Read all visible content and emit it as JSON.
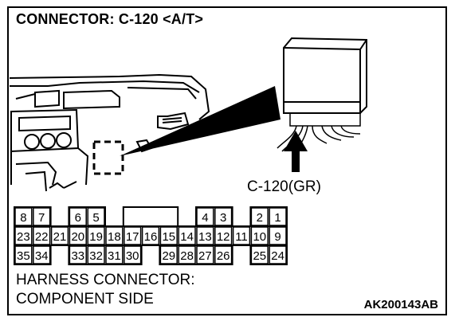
{
  "title": "CONNECTOR: C-120 <A/T>",
  "connector_label": "C-120(GR)",
  "caption_line1": "HARNESS CONNECTOR:",
  "caption_line2": "COMPONENT SIDE",
  "figure_code": "AK200143AB",
  "pins": {
    "row1": [
      "8",
      "7",
      "6",
      "5",
      "4",
      "3",
      "2",
      "1"
    ],
    "row2": [
      "23",
      "22",
      "21",
      "20",
      "19",
      "18",
      "17",
      "16",
      "15",
      "14",
      "13",
      "12",
      "11",
      "10",
      "9"
    ],
    "row3": [
      "35",
      "34",
      "33",
      "32",
      "31",
      "30",
      "29",
      "28",
      "27",
      "26",
      "25",
      "24"
    ]
  }
}
